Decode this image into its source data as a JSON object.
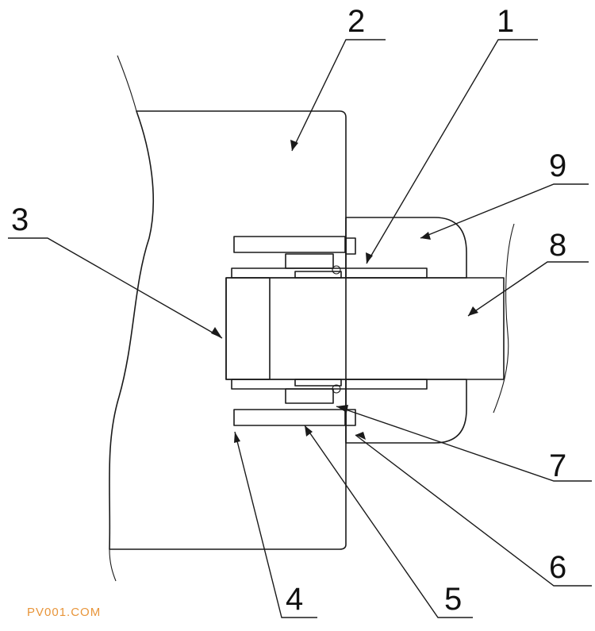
{
  "callouts": {
    "c1": "1",
    "c2": "2",
    "c3": "3",
    "c4": "4",
    "c5": "5",
    "c6": "6",
    "c7": "7",
    "c8": "8",
    "c9": "9"
  },
  "watermark": "PV001.COM",
  "colors": {
    "line": "#1a1a1a",
    "hatch": "#1a1a1a",
    "watermark": "#e8953a",
    "background": "#ffffff"
  }
}
